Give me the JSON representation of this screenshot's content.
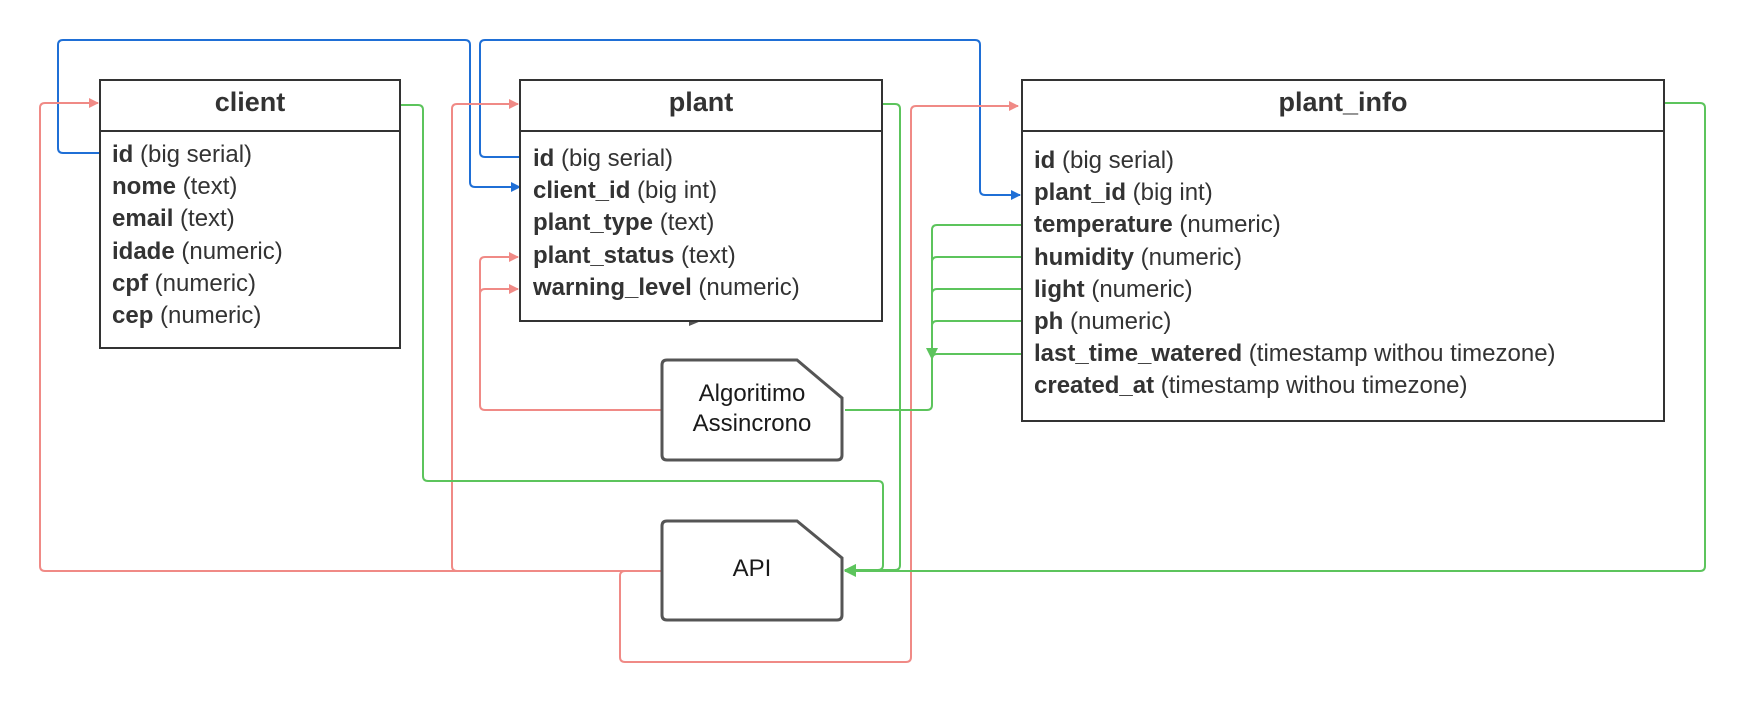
{
  "colors": {
    "fk": "#1f6fd6",
    "write": "#f08a86",
    "read": "#5cc45c",
    "border": "#333333",
    "text": "#333333"
  },
  "tables": {
    "client": {
      "title": "client",
      "fields": [
        {
          "name": "id",
          "type": " (big serial)"
        },
        {
          "name": "nome",
          "type": " (text)"
        },
        {
          "name": "email",
          "type": " (text)"
        },
        {
          "name": "idade",
          "type": " (numeric)"
        },
        {
          "name": "cpf",
          "type": " (numeric)"
        },
        {
          "name": "cep",
          "type": " (numeric)"
        }
      ]
    },
    "plant": {
      "title": "plant",
      "fields": [
        {
          "name": "id",
          "type": " (big serial)"
        },
        {
          "name": "client_id",
          "type": " (big int)"
        },
        {
          "name": "plant_type",
          "type": " (text)"
        },
        {
          "name": "plant_status",
          "type": " (text)"
        },
        {
          "name": "warning_level",
          "type": " (numeric)"
        }
      ]
    },
    "plant_info": {
      "title": "plant_info",
      "fields": [
        {
          "name": "id",
          "type": " (big serial)"
        },
        {
          "name": "plant_id",
          "type": " (big int)"
        },
        {
          "name": "temperature",
          "type": " (numeric)"
        },
        {
          "name": "humidity",
          "type": " (numeric)"
        },
        {
          "name": "light",
          "type": " (numeric)"
        },
        {
          "name": "ph",
          "type": " (numeric)"
        },
        {
          "name": "last_time_watered",
          "type": " (timestamp withou timezone)"
        },
        {
          "name": "created_at",
          "type": " (timestamp withou timezone)"
        }
      ]
    }
  },
  "nodes": {
    "algoritmo": {
      "line1": "Algoritimo",
      "line2": "Assincrono"
    },
    "api": {
      "label": "API"
    }
  }
}
